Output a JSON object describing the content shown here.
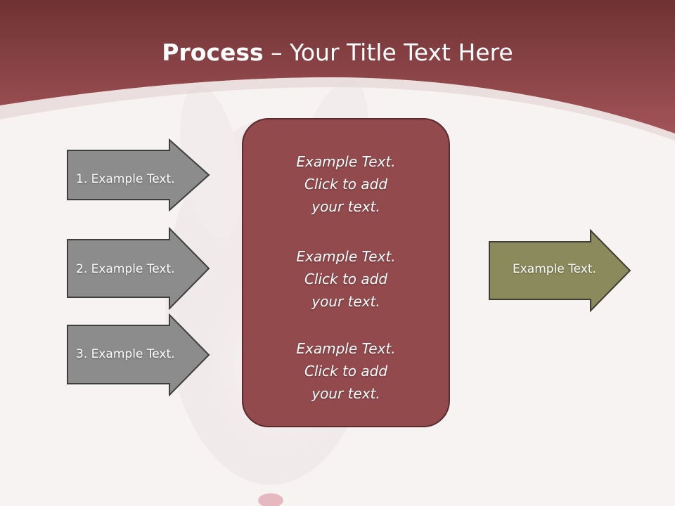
{
  "title": {
    "bold": "Process",
    "dash": " – ",
    "rest": "Your Title Text Here"
  },
  "left_arrows": [
    {
      "label": "1. Example Text."
    },
    {
      "label": "2. Example Text."
    },
    {
      "label": "3. Example Text."
    }
  ],
  "center_box": {
    "blocks": [
      {
        "line1": "Example Text.",
        "line2": "Click  to add",
        "line3": "your text."
      },
      {
        "line1": "Example Text.",
        "line2": "Click  to add",
        "line3": "your text."
      },
      {
        "line1": "Example Text.",
        "line2": "Click  to add",
        "line3": "your text."
      }
    ]
  },
  "right_arrow": {
    "label": "Example Text."
  },
  "colors": {
    "header": "#8f3f42",
    "gray_arrow": "#8c8c8c",
    "center_box": "#934a4d",
    "olive_arrow": "#8a8a5c"
  }
}
